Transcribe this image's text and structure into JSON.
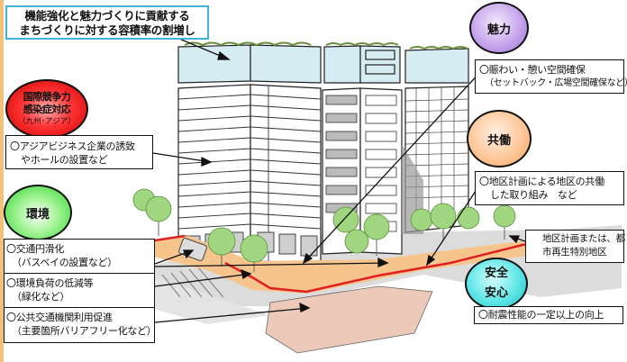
{
  "title": {
    "line1": "機能強化と魅力づくりに貢献する",
    "line2": "まちづくりに対する容積率の割増し"
  },
  "categories": {
    "international": {
      "line1": "国際競争力",
      "line2": "感染症対応",
      "line3": "（九州･アジア）",
      "color": "#e81c1c"
    },
    "environment": {
      "label": "環境",
      "color": "#3ad63a"
    },
    "charm": {
      "label": "魅力",
      "color": "#b68ee6"
    },
    "cooperation": {
      "label": "共働",
      "color": "#f7b27a"
    },
    "safety": {
      "line1": "安全",
      "line2": "安心",
      "color": "#35d4d8"
    }
  },
  "notes": {
    "asia": {
      "line1": "〇アジアビジネス企業の誘致",
      "line2": "やホールの設置など"
    },
    "environment": [
      {
        "line1": "〇交通円滑化",
        "line2": "（バスベイの設置など）"
      },
      {
        "line1": "〇環境負荷の低減等",
        "line2": "（緑化など）"
      },
      {
        "line1": "〇公共交通機関利用促進",
        "line2": "（主要箇所バリアフリー化など）"
      }
    ],
    "charm": {
      "line1": "〇賑わい・憩い空間確保",
      "line2": "（セットバック・広場空間確保など）"
    },
    "cooperation": {
      "line1": "〇地区計画による地区の共働",
      "line2": "した取り組み　など"
    },
    "district": {
      "line1": "地区計画または、都",
      "line2": "市再生特別地区"
    },
    "safety": {
      "line1": "〇耐震性能の一定以上の向上"
    }
  },
  "colors": {
    "title_border": "#3fb4d8",
    "left_rail": "#f2c27a",
    "district_line": "#e02020",
    "sidewalk": "#f6c58e",
    "tree": "#9fd67f",
    "roof_glass": "#d6ecf3",
    "plaza": "#ecc9b8",
    "road": "#d9d9d9"
  }
}
